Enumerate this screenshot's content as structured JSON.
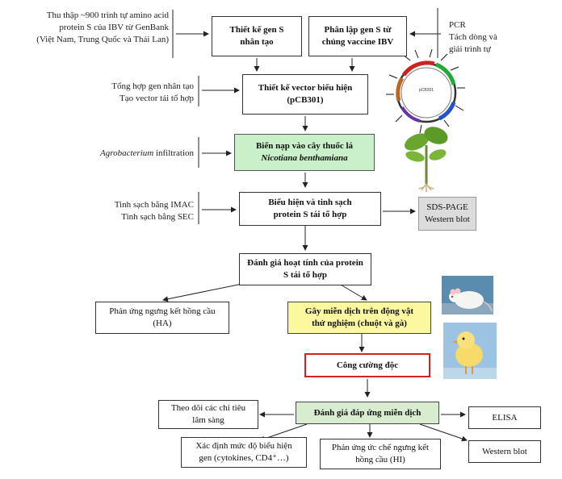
{
  "colors": {
    "green_box": "#c9f0c9",
    "yellow_box": "#fcf8a0",
    "gray_box": "#dcdcdc",
    "red_border": "#d81e1e",
    "eval_box": "#d8ecd0"
  },
  "left_notes": {
    "collect": [
      "Thu thập ~900 trình tự amino acid",
      "protein S của IBV từ GenBank",
      "(Việt Nam, Trung Quốc và Thái Lan)"
    ],
    "synthesize": [
      "Tổng hợp gen nhân tạo",
      "Tạo vector tái tổ hợp"
    ],
    "agro_italic": "Agrobacterium",
    "agro_rest": " infiltration",
    "purify": [
      "Tinh sạch bằng IMAC",
      "Tinh sạch bằng SEC"
    ]
  },
  "right_notes": {
    "pcr": [
      "PCR",
      "Tách dòng và",
      "giải trình tự"
    ]
  },
  "boxes": {
    "design_gene": [
      "Thiết kế gen S",
      "nhân tạo"
    ],
    "isolate_gene": [
      "Phân lập gen S từ",
      "chủng vaccine IBV"
    ],
    "vector": [
      "Thiết kế vector biểu hiện",
      "(pCB301)"
    ],
    "transform_line1": "Biến nạp vào cây thuốc lá",
    "transform_line2": "Nicotiana benthamiana",
    "express": [
      "Biểu hiện và tinh sạch",
      "protein S tái tổ hợp"
    ],
    "sds": [
      "SDS-PAGE",
      "Western blot"
    ],
    "activity": [
      "Đánh giá hoạt tính của protein",
      "S tái tổ hợp"
    ],
    "ha": [
      "Phản ứng ngưng kết hồng cầu",
      "(HA)"
    ],
    "immunize": [
      "Gây miễn dịch trên động vật",
      "thử nghiệm (chuột và gà)"
    ],
    "challenge": "Công cường độc",
    "eval": "Đánh giá đáp ứng miễn dịch",
    "clinical": [
      "Theo dõi các chỉ tiêu",
      "lâm sàng"
    ],
    "elisa": "ELISA",
    "cytokine": [
      "Xác định mức độ biểu hiện",
      "gen (cytokines, CD4⁺…)"
    ],
    "hi": [
      "Phản ứng ức chế ngưng kết",
      "hồng cầu (HI)"
    ],
    "western": "Western blot"
  }
}
